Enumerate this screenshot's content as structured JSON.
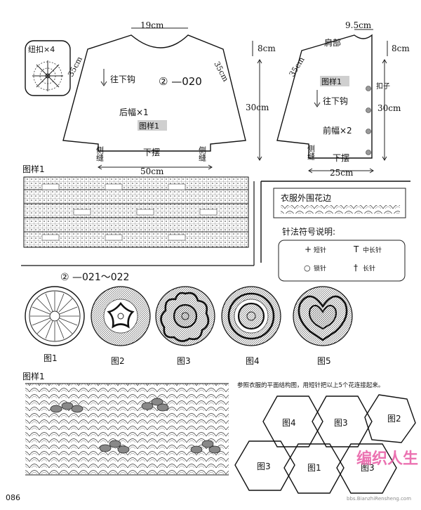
{
  "top": {
    "button_label": "纽扣×4",
    "back": {
      "neck_width": "19cm",
      "shoulder_slope": "35cm",
      "shoulder_slope_right": "35cm",
      "direction": "往下钩",
      "code": "② —020",
      "piece": "后幅×1",
      "pattern_ref": "图样1",
      "side_left": "侧缝",
      "side_right": "侧缝",
      "hem": "下摆",
      "width": "50cm",
      "depth": "8cm",
      "height": "30cm"
    },
    "front": {
      "neck_width": "9.5cm",
      "shoulder": "肩部",
      "shoulder_slope": "35cm",
      "pattern_ref": "图样1",
      "button": "扣子",
      "direction": "往下钩",
      "piece": "前幅×2",
      "side": "侧缝",
      "hem": "下摆",
      "width": "25cm",
      "depth": "8cm",
      "height": "30cm"
    }
  },
  "chart1_label": "图样1",
  "edge_title": "衣服外围花边",
  "legend": {
    "title": "针法符号说明:",
    "items": [
      {
        "symbol": "+",
        "label": "短针"
      },
      {
        "symbol": "T",
        "label": "中长针"
      },
      {
        "symbol": "○",
        "label": "锁针"
      },
      {
        "symbol": "†",
        "label": "长针"
      }
    ]
  },
  "second_code": "② —021～022",
  "motifs": [
    "图1",
    "图2",
    "图3",
    "图4",
    "图5"
  ],
  "chart2_label": "图样1",
  "assembly_note": "参照衣服的平面结构图，用短针把以上5个花连接起来。",
  "hexagons": [
    "图4",
    "图3",
    "图2",
    "图3",
    "图1",
    "图3"
  ],
  "watermark": {
    "text": "编织人生",
    "url": "bbs.BianzhiRensheng.com"
  },
  "page_number": "086"
}
